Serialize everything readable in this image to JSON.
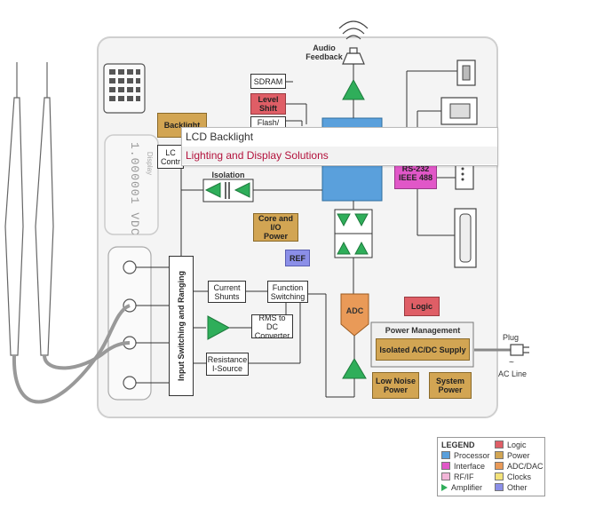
{
  "popup": {
    "title": "LCD Backlight",
    "link": "Lighting and Display Solutions"
  },
  "labels": {
    "audio_feedback": "Audio\nFeedback",
    "isolation": "Isolation",
    "plug": "Plug",
    "ac_line": "AC Line",
    "display_text": "1.000001 VDC",
    "display_word": "Display"
  },
  "blocks": {
    "sdram": "SDRAM",
    "level_shift": "Level\nShift",
    "flash": "Flash/",
    "backlight": "Backlight",
    "lcd_controller": "LC\nContr",
    "rs232": "RS-232\nIEEE 488",
    "core_io_power": "Core and I/O\nPower",
    "ref": "REF",
    "input_switching": "Input Switching and Ranging",
    "current_shunts": "Current\nShunts",
    "function_switching": "Function\nSwitching",
    "rms_to_dc": "RMS to DC\nConverter",
    "resistance": "Resistance\nI-Source",
    "adc": "ADC",
    "logic": "Logic",
    "power_management": "Power Management",
    "isolated_acdc": "Isolated AC/DC Supply",
    "low_noise_power": "Low Noise\nPower",
    "system_power": "System\nPower"
  },
  "legend": {
    "title": "LEGEND",
    "items": [
      {
        "label": "Processor",
        "color": "#5aa0dc"
      },
      {
        "label": "Interface",
        "color": "#e157c8"
      },
      {
        "label": "RF/IF",
        "color": "#f2b6d8"
      },
      {
        "label": "Amplifier",
        "color": "#2fae5a",
        "shape": "triangle"
      },
      {
        "label": "Logic",
        "color": "#df5e66"
      },
      {
        "label": "Power",
        "color": "#d2a553"
      },
      {
        "label": "ADC/DAC",
        "color": "#e99a58"
      },
      {
        "label": "Clocks",
        "color": "#f3e27a"
      },
      {
        "label": "Other",
        "color": "#8b8fe8"
      }
    ]
  },
  "colors": {
    "amplifier": "#2fae5a",
    "power": "#d2a553",
    "processor": "#5aa0dc",
    "logic": "#df5e66",
    "interface": "#e157c8",
    "adc": "#e99a58",
    "other": "#8b8fe8"
  }
}
